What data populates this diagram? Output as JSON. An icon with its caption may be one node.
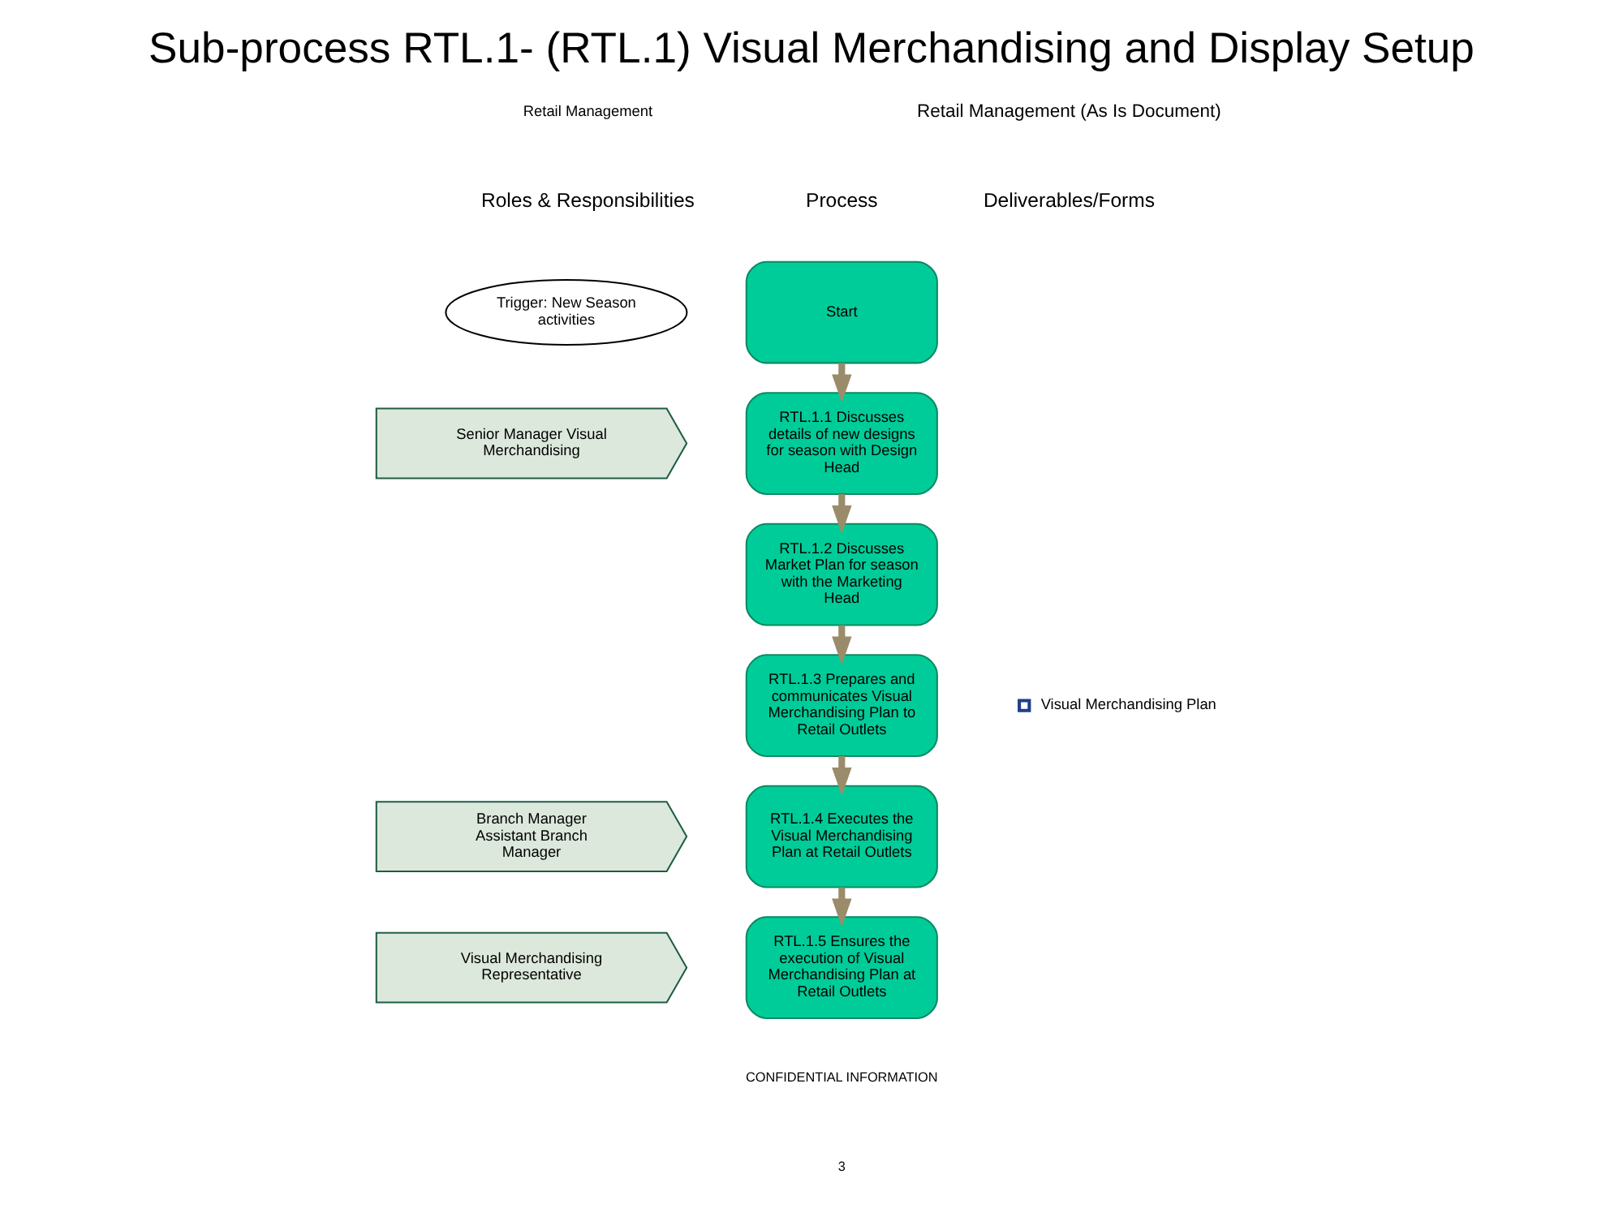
{
  "diagram": {
    "title": "Sub-process RTL.1- (RTL.1) Visual Merchandising and Display Setup",
    "nodes": [
      {
        "text": [
          "Trigger: New Season activities"
        ]
      },
      {
        "text": [
          "Start"
        ]
      },
      {
        "text": [
          "Senior Manager Visual Merchandising"
        ]
      },
      {
        "text": [
          "RTL.1.1 Discusses details of new designs for season with Design Head"
        ]
      },
      {
        "text": [
          "RTL.1.2 Discusses Market Plan for season with the Marketing Head"
        ]
      },
      {
        "text": [
          "RTL.1.3 Prepares and communicates Visual Merchandising Plan to Retail Outlets"
        ]
      },
      {
        "text": [
          "Branch Manager Assistant Branch Manager"
        ]
      },
      {
        "text": [
          "RTL.1.4 Executes the Visual Merchandising Plan at Retail Outlets"
        ]
      },
      {
        "text": [
          "Visual Merchandising Representative"
        ]
      },
      {
        "text": [
          "RTL.1.5 Ensures the execution of Visual Merchandising Plan at Retail Outlets"
        ]
      }
    ],
    "edges": [
      {
        "from": 1,
        "to": 3,
        "arrow": "to"
      },
      {
        "from": 3,
        "to": 4,
        "arrow": "to"
      },
      {
        "from": 4,
        "to": 5,
        "arrow": "to"
      },
      {
        "from": 5,
        "to": 7,
        "arrow": "to"
      },
      {
        "from": 7,
        "to": 9,
        "arrow": "to"
      }
    ],
    "labels": [
      "Retail Management (As Is Document)",
      "Retail Management",
      "Roles & Responsibilities",
      "Process",
      "Deliverables/Forms",
      "Visual Merchandising Plan",
      "CONFIDENTIAL INFORMATION",
      "3"
    ]
  }
}
